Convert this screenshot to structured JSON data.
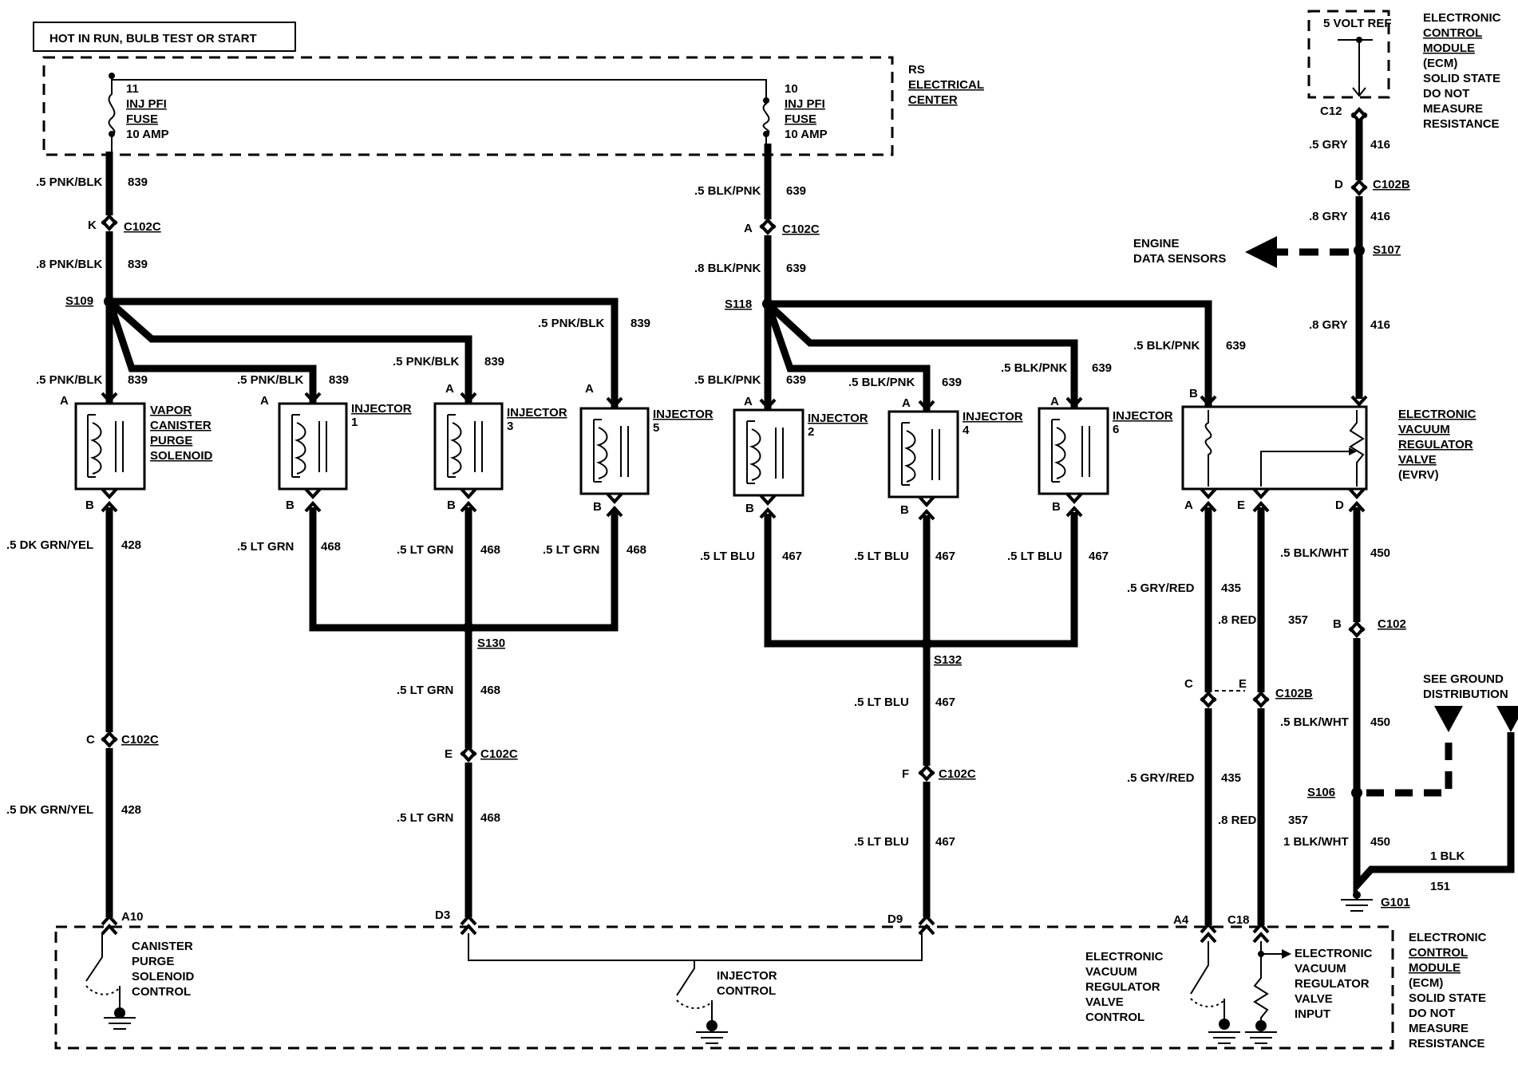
{
  "header": {
    "hot_label": "HOT IN RUN,  BULB TEST OR START"
  },
  "rs_center": {
    "label": [
      "RS",
      "ELECTRICAL",
      "CENTER"
    ]
  },
  "fuse11": {
    "lines": [
      "11",
      "INJ PFI",
      "FUSE",
      "10 AMP"
    ]
  },
  "fuse10": {
    "lines": [
      "10",
      "INJ PFI",
      "FUSE",
      "10 AMP"
    ]
  },
  "ecm_top": {
    "ref": "5 VOLT REF",
    "label": [
      "ELECTRONIC",
      "CONTROL",
      "MODULE",
      "(ECM)",
      "SOLID STATE",
      "DO NOT",
      "MEASURE",
      "RESISTANCE"
    ],
    "connector": "C12"
  },
  "ecm_bottom": {
    "label": [
      "ELECTRONIC",
      "CONTROL",
      "MODULE",
      "(ECM)",
      "SOLID STATE",
      "DO NOT",
      "MEASURE",
      "RESISTANCE"
    ],
    "canister_ctrl": [
      "CANISTER",
      "PURGE",
      "SOLENOID",
      "CONTROL"
    ],
    "injector_ctrl": [
      "INJECTOR",
      "CONTROL"
    ],
    "evrv_ctrl": [
      "ELECTRONIC",
      "VACUUM",
      "REGULATOR",
      "VALVE",
      "CONTROL"
    ],
    "evrv_input": [
      "ELECTRONIC",
      "VACUUM",
      "REGULATOR",
      "VALVE",
      "INPUT"
    ],
    "pins": [
      "A10",
      "D3",
      "D9",
      "A4",
      "C18"
    ]
  },
  "engine_data": [
    "ENGINE",
    "DATA SENSORS"
  ],
  "ground_note": [
    "SEE GROUND",
    "DISTRIBUTION"
  ],
  "components": {
    "vapor": [
      "VAPOR",
      "CANISTER",
      "PURGE",
      "SOLENOID"
    ],
    "inj1": [
      "INJECTOR",
      "1"
    ],
    "inj3": [
      "INJECTOR",
      "3"
    ],
    "inj5": [
      "INJECTOR",
      "5"
    ],
    "inj2": [
      "INJECTOR",
      "2"
    ],
    "inj4": [
      "INJECTOR",
      "4"
    ],
    "inj6": [
      "INJECTOR",
      "6"
    ],
    "evrv": [
      "ELECTRONIC",
      "VACUUM",
      "REGULATOR",
      "VALVE",
      "(EVRV)"
    ]
  },
  "pins": {
    "a": "A",
    "b": "B",
    "c": "C",
    "d": "D",
    "e": "E",
    "f": "F",
    "k": "K"
  },
  "splices": {
    "s109": "S109",
    "s118": "S118",
    "s130": "S130",
    "s132": "S132",
    "s107": "S107",
    "s106": "S106",
    "g101": "G101"
  },
  "connectors": {
    "c102c": "C102C",
    "c102b": "C102B",
    "c102": "C102"
  },
  "wires": {
    "pnk_blk_5": ".5 PNK/BLK",
    "pnk_blk_8": ".8 PNK/BLK",
    "n839": "839",
    "blk_pnk_5": ".5 BLK/PNK",
    "blk_pnk_8": ".8 BLK/PNK",
    "n639": "639",
    "dk_grn_yel": ".5 DK GRN/YEL",
    "n428": "428",
    "lt_grn": ".5 LT GRN",
    "n468": "468",
    "lt_blu": ".5 LT BLU",
    "n467": "467",
    "gry_5": ".5 GRY",
    "gry_8": ".8 GRY",
    "n416": "416",
    "gry_red": ".5 GRY/RED",
    "n435": "435",
    "red_8": ".8 RED",
    "n357": "357",
    "blk_wht_5": ".5 BLK/WHT",
    "blk_wht_1": "1 BLK/WHT",
    "n450": "450",
    "blk_1": "1 BLK",
    "n151": "151"
  }
}
